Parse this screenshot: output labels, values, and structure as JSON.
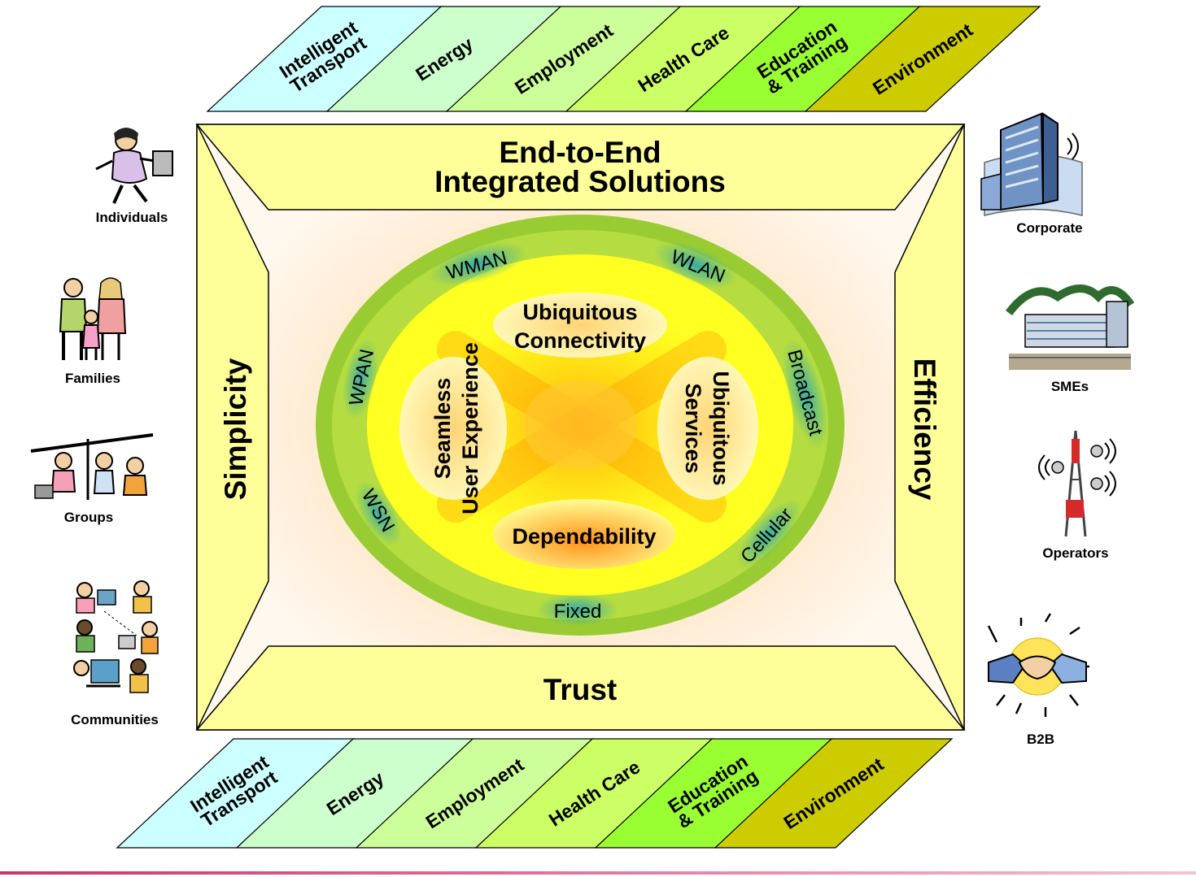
{
  "frame": {
    "top_title_line1": "End-to-End",
    "top_title_line2": "Integrated Solutions",
    "bottom_title": "Trust",
    "left_title": "Simplicity",
    "right_title": "Efficiency"
  },
  "ellipse": {
    "connectivity_line1": "Ubiquitous",
    "connectivity_line2": "Connectivity",
    "dependability": "Dependability",
    "experience_line1": "Seamless",
    "experience_line2": "User Experience",
    "services_line1": "Ubiquitous",
    "services_line2": "Services",
    "networks": {
      "wman": "WMAN",
      "wlan": "WLAN",
      "broadcast": "Broadcast",
      "cellular": "Cellular",
      "fixed": "Fixed",
      "wsn": "WSN",
      "wpan": "WPAN"
    }
  },
  "domains_top": [
    {
      "line1": "Intelligent",
      "line2": "Transport",
      "color": "#ccffff"
    },
    {
      "line1": "Energy",
      "line2": "",
      "color": "#ccffcc"
    },
    {
      "line1": "Employment",
      "line2": "",
      "color": "#ccff99"
    },
    {
      "line1": "Health Care",
      "line2": "",
      "color": "#ccff66"
    },
    {
      "line1": "Education",
      "line2": "& Training",
      "color": "#99ff33"
    },
    {
      "line1": "Environment",
      "line2": "",
      "color": "#cccc00"
    }
  ],
  "domains_bottom": [
    {
      "line1": "Intelligent",
      "line2": "Transport",
      "color": "#ccffff"
    },
    {
      "line1": "Energy",
      "line2": "",
      "color": "#ccffcc"
    },
    {
      "line1": "Employment",
      "line2": "",
      "color": "#ccff99"
    },
    {
      "line1": "Health Care",
      "line2": "",
      "color": "#ccff66"
    },
    {
      "line1": "Education",
      "line2": "& Training",
      "color": "#99ff33"
    },
    {
      "line1": "Environment",
      "line2": "",
      "color": "#cccc00"
    }
  ],
  "users_left": [
    {
      "label": "Individuals",
      "icon": "individual-icon"
    },
    {
      "label": "Families",
      "icon": "family-icon"
    },
    {
      "label": "Groups",
      "icon": "group-icon"
    },
    {
      "label": "Communities",
      "icon": "community-icon"
    }
  ],
  "users_right": [
    {
      "label": "Corporate",
      "icon": "building-icon"
    },
    {
      "label": "SMEs",
      "icon": "office-icon"
    },
    {
      "label": "Operators",
      "icon": "antenna-tower-icon"
    },
    {
      "label": "B2B",
      "icon": "handshake-icon"
    }
  ],
  "colors": {
    "frame_yellow": "#ffff99",
    "outer_ring": "#99cc33",
    "inner_yellow": "#ffff00",
    "hub_orange": "#ff9900",
    "bottom_rule": "#cc3366"
  }
}
